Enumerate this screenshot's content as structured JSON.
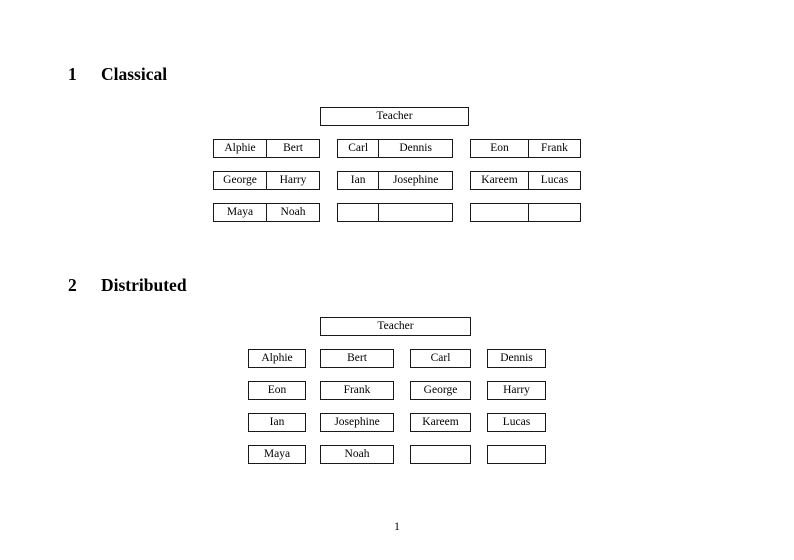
{
  "document": {
    "page_number": "1"
  },
  "sections": [
    {
      "number": "1",
      "title": "Classical",
      "teacher": {
        "label": "Teacher"
      },
      "groups": [
        {
          "rows": [
            {
              "cells": [
                "Alphie",
                "Bert"
              ]
            },
            {
              "cells": [
                "George",
                "Harry"
              ]
            },
            {
              "cells": [
                "Maya",
                "Noah"
              ]
            }
          ]
        },
        {
          "rows": [
            {
              "cells": [
                "Carl",
                "Dennis"
              ]
            },
            {
              "cells": [
                "Ian",
                "Josephine"
              ]
            },
            {
              "cells": [
                "",
                ""
              ]
            }
          ]
        },
        {
          "rows": [
            {
              "cells": [
                "Eon",
                "Frank"
              ]
            },
            {
              "cells": [
                "Kareem",
                "Lucas"
              ]
            },
            {
              "cells": [
                "",
                ""
              ]
            }
          ]
        }
      ]
    },
    {
      "number": "2",
      "title": "Distributed",
      "teacher": {
        "label": "Teacher"
      },
      "rows": [
        {
          "cells": [
            "Alphie",
            "Bert",
            "Carl",
            "Dennis"
          ]
        },
        {
          "cells": [
            "Eon",
            "Frank",
            "George",
            "Harry"
          ]
        },
        {
          "cells": [
            "Ian",
            "Josephine",
            "Kareem",
            "Lucas"
          ]
        },
        {
          "cells": [
            "Maya",
            "Noah",
            "",
            ""
          ]
        }
      ]
    }
  ],
  "colors": {
    "page_background": "#ffffff",
    "text": "#000000",
    "box_border": "#1a1a1a"
  }
}
